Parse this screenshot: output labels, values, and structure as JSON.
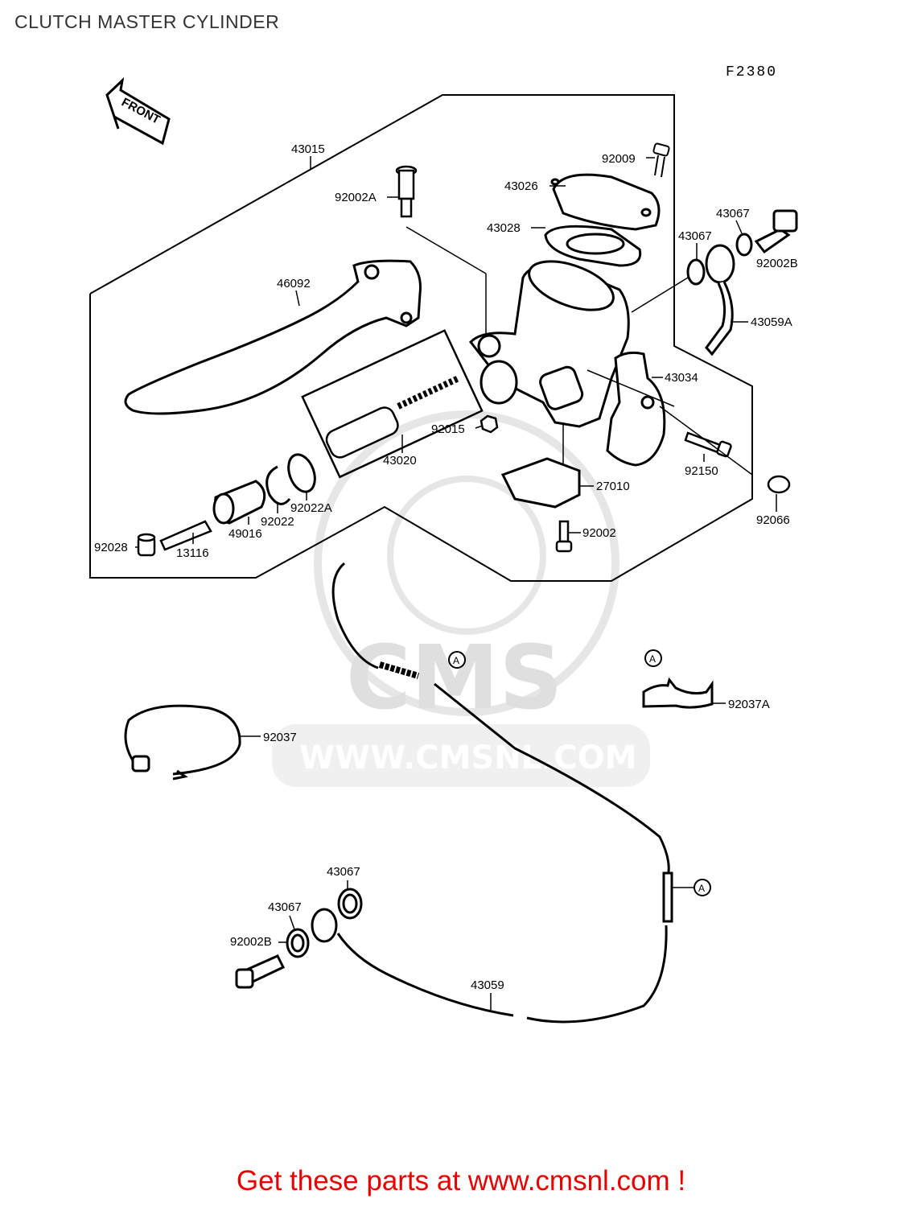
{
  "title": "CLUTCH MASTER CYLINDER",
  "diagram_code": "F2380",
  "front_arrow_label": "FRONT",
  "watermark": {
    "brand": "CMS",
    "url": "WWW.CMSNL.COM"
  },
  "footer_link": "Get these parts at www.cmsnl.com !",
  "callout_ref": "A",
  "parts": [
    {
      "id": "43015",
      "label": "43015"
    },
    {
      "id": "92009",
      "label": "92009"
    },
    {
      "id": "92002A",
      "label": "92002A"
    },
    {
      "id": "43026",
      "label": "43026"
    },
    {
      "id": "43028",
      "label": "43028"
    },
    {
      "id": "43067-top-right",
      "label": "43067"
    },
    {
      "id": "43067-top-mid",
      "label": "43067"
    },
    {
      "id": "92002B-top",
      "label": "92002B"
    },
    {
      "id": "46092",
      "label": "46092"
    },
    {
      "id": "43059A",
      "label": "43059A"
    },
    {
      "id": "43034",
      "label": "43034"
    },
    {
      "id": "92015",
      "label": "92015"
    },
    {
      "id": "43020",
      "label": "43020"
    },
    {
      "id": "92150",
      "label": "92150"
    },
    {
      "id": "27010",
      "label": "27010"
    },
    {
      "id": "92022A",
      "label": "92022A"
    },
    {
      "id": "92022",
      "label": "92022"
    },
    {
      "id": "92066",
      "label": "92066"
    },
    {
      "id": "49016",
      "label": "49016"
    },
    {
      "id": "92028",
      "label": "92028"
    },
    {
      "id": "13116",
      "label": "13116"
    },
    {
      "id": "92002",
      "label": "92002"
    },
    {
      "id": "92037A",
      "label": "92037A"
    },
    {
      "id": "92037",
      "label": "92037"
    },
    {
      "id": "43067-bottom-a",
      "label": "43067"
    },
    {
      "id": "43067-bottom-b",
      "label": "43067"
    },
    {
      "id": "92002B-bottom",
      "label": "92002B"
    },
    {
      "id": "43059",
      "label": "43059"
    }
  ]
}
